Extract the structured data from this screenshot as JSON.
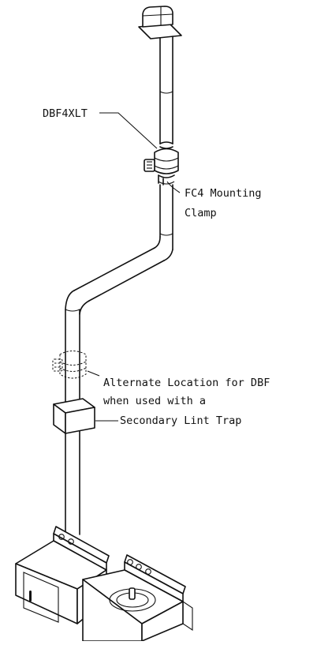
{
  "labels": {
    "booster_model": "DBF4XLT",
    "clamp_line1": "FC4 Mounting",
    "clamp_line2": "Clamp",
    "alt_line1": "Alternate Location for DBF",
    "alt_line2": "when used with a",
    "alt_line3": "Secondary Lint Trap"
  }
}
